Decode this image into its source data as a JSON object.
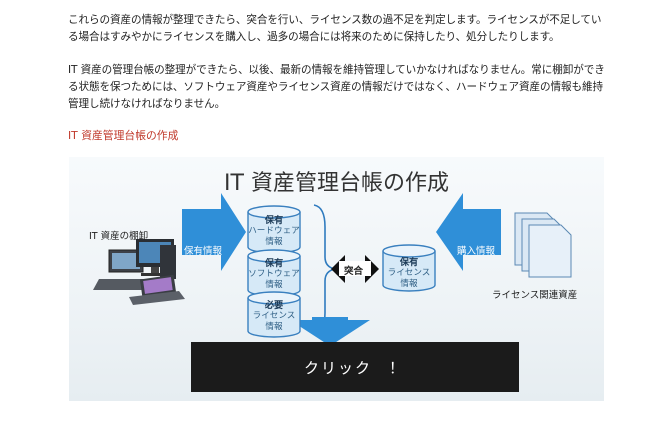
{
  "paragraphs": [
    "これらの資産の情報が整理できたら、突合を行い、ライセンス数の過不足を判定します。ライセンスが不足している場合はすみやかにライセンスを購入し、過多の場合には将来のために保持したり、処分したりします。",
    "IT 資産の管理台帳の整理ができたら、以後、最新の情報を維持管理していかなければなりません。常に棚卸ができる状態を保つためには、ソフトウェア資産やライセンス資産の情報だけではなく、ハードウェア資産の情報も維持管理し続けなければなりません。"
  ],
  "section_heading": "IT 資産管理台帳の作成",
  "figure": {
    "title": "IT 資産管理台帳の作成",
    "left_label": "IT 資産の棚卸",
    "left_arrow_label": "保有情報",
    "stack": [
      {
        "line1": "保有",
        "line2": "ハードウェア",
        "line3": "情報"
      },
      {
        "line1": "保有",
        "line2": "ソフトウェア",
        "line3": "情報"
      },
      {
        "line1": "必要",
        "line2": "ライセンス",
        "line3": "情報"
      }
    ],
    "match_label": "突合",
    "license_db": {
      "line1": "保有",
      "line2": "ライセンス",
      "line3": "情報"
    },
    "right_arrow_label": "購入情報",
    "right_label": "ライセンス関連資産",
    "click_label": "クリック　！"
  },
  "colors": {
    "accent_blue": "#2f8fd8",
    "heading_red": "#c0392b",
    "cyl_fill": "#d6e9f7"
  }
}
